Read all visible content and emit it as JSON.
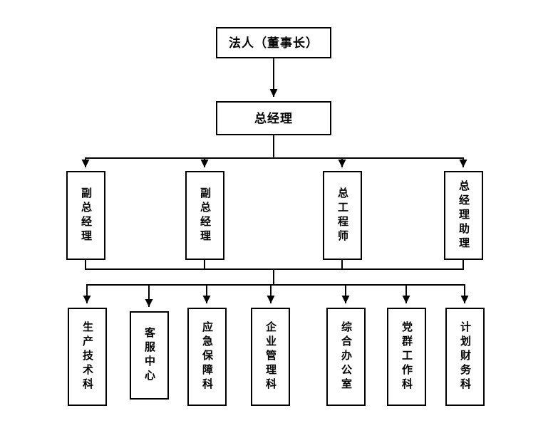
{
  "org_chart": {
    "type": "org-chart",
    "root": {
      "label": "法人（董事长）"
    },
    "general_manager": {
      "label": "总经理"
    },
    "executives": [
      {
        "label": "副总经理"
      },
      {
        "label": "副总经理"
      },
      {
        "label": "总工程师"
      },
      {
        "label": "总经理助理"
      }
    ],
    "departments": [
      {
        "label": "生产技术科"
      },
      {
        "label": "客服中心"
      },
      {
        "label": "应急保障科"
      },
      {
        "label": "企业管理科"
      },
      {
        "label": "综合办公室"
      },
      {
        "label": "党群工作科"
      },
      {
        "label": "计划财务科"
      }
    ]
  },
  "colors": {
    "line": "#000000",
    "border": "#000000",
    "background": "#ffffff",
    "text": "#000000"
  }
}
